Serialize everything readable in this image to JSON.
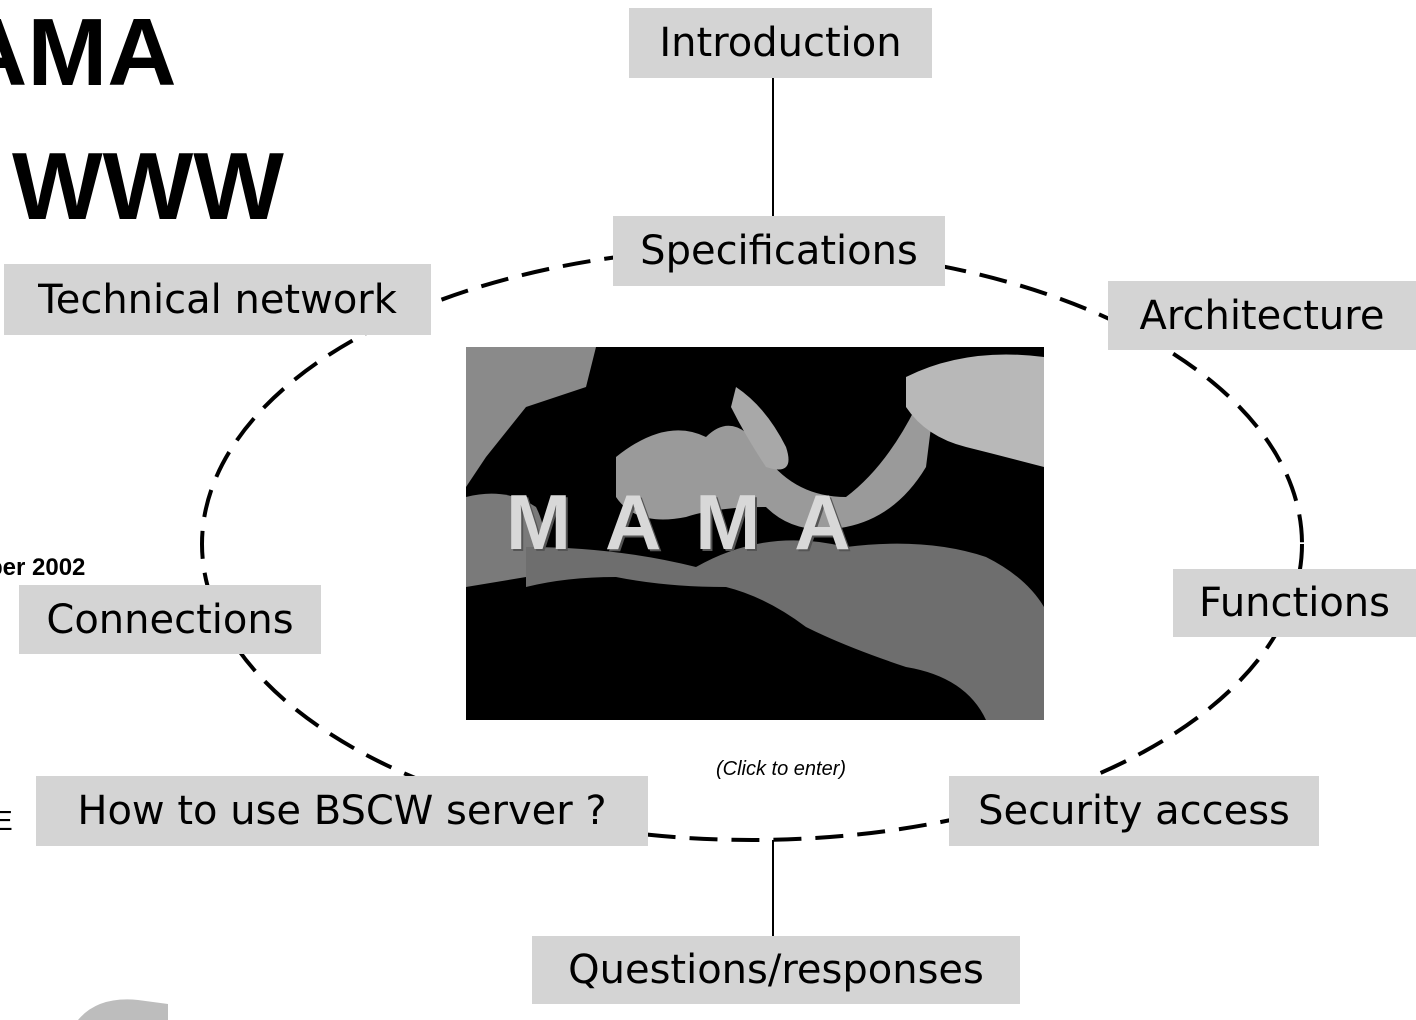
{
  "title": {
    "line1": "AMA",
    "line2": "WWW"
  },
  "date_fragment": "ber 2002",
  "left_fragment": "E",
  "nodes": {
    "introduction": "Introduction",
    "specifications": "Specifications",
    "technical_network": "Technical network",
    "architecture": "Architecture",
    "functions": "Functions",
    "connections": "Connections",
    "how_to_use": "How to use BSCW server ?",
    "security_access": "Security access",
    "questions_responses": "Questions/responses"
  },
  "map": {
    "word": "MAMA",
    "click_hint": "(Click to enter)"
  },
  "colors": {
    "node_background": "#d4d4d4",
    "map_background": "#000000",
    "text": "#000000"
  }
}
